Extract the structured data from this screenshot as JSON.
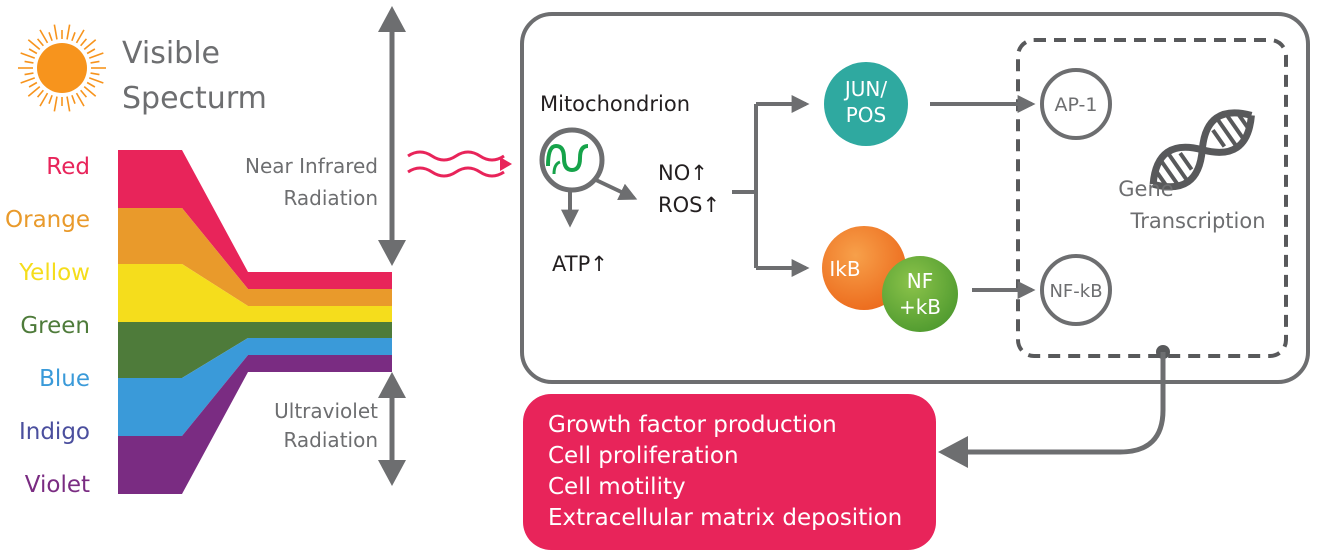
{
  "spectrum": {
    "title_line1": "Visible",
    "title_line2": "Specturm",
    "colors": [
      {
        "label": "Red",
        "color": "#e8245a"
      },
      {
        "label": "Orange",
        "color": "#e99a2b"
      },
      {
        "label": "Yellow",
        "color": "#f5dd1c"
      },
      {
        "label": "Green",
        "color": "#4e7b3a"
      },
      {
        "label": "Blue",
        "color": "#3a9ad9"
      },
      {
        "label": "Indigo",
        "color": "#4b4f9e"
      },
      {
        "label": "Violet",
        "color": "#7a2c82"
      }
    ],
    "band_colors": [
      "#e8245a",
      "#e99a2b",
      "#f5dd1c",
      "#4e7b3a",
      "#3a9ad9",
      "#7a2c82"
    ]
  },
  "radiation": {
    "nir_line1": "Near Infrared",
    "nir_line2": "Radiation",
    "uv_line1": "Ultraviolet",
    "uv_line2": "Radiation"
  },
  "pathway": {
    "mitochondrion": "Mitochondrion",
    "atp": "ATP↑",
    "no": "NO↑",
    "ros": "ROS↑",
    "jun_line1": "JUN/",
    "jun_line2": "POS",
    "ikb": "IkB",
    "nf_line1": "NF",
    "nf_line2": "+kB",
    "ap1": "AP-1",
    "nfkb": "NF-kB",
    "gene_line1": "Gene",
    "gene_line2": "Transcription"
  },
  "outcomes": [
    "Growth factor production",
    "Cell proliferation",
    "Cell motility",
    "Extracellular matrix deposition"
  ],
  "palette": {
    "gray": "#6d6e70",
    "teal": "#2fa9a0",
    "orange": "#f07b1e",
    "green": "#6db33f",
    "mito_green": "#16a34a",
    "pink": "#e8245a",
    "sun": "#f7941d"
  }
}
